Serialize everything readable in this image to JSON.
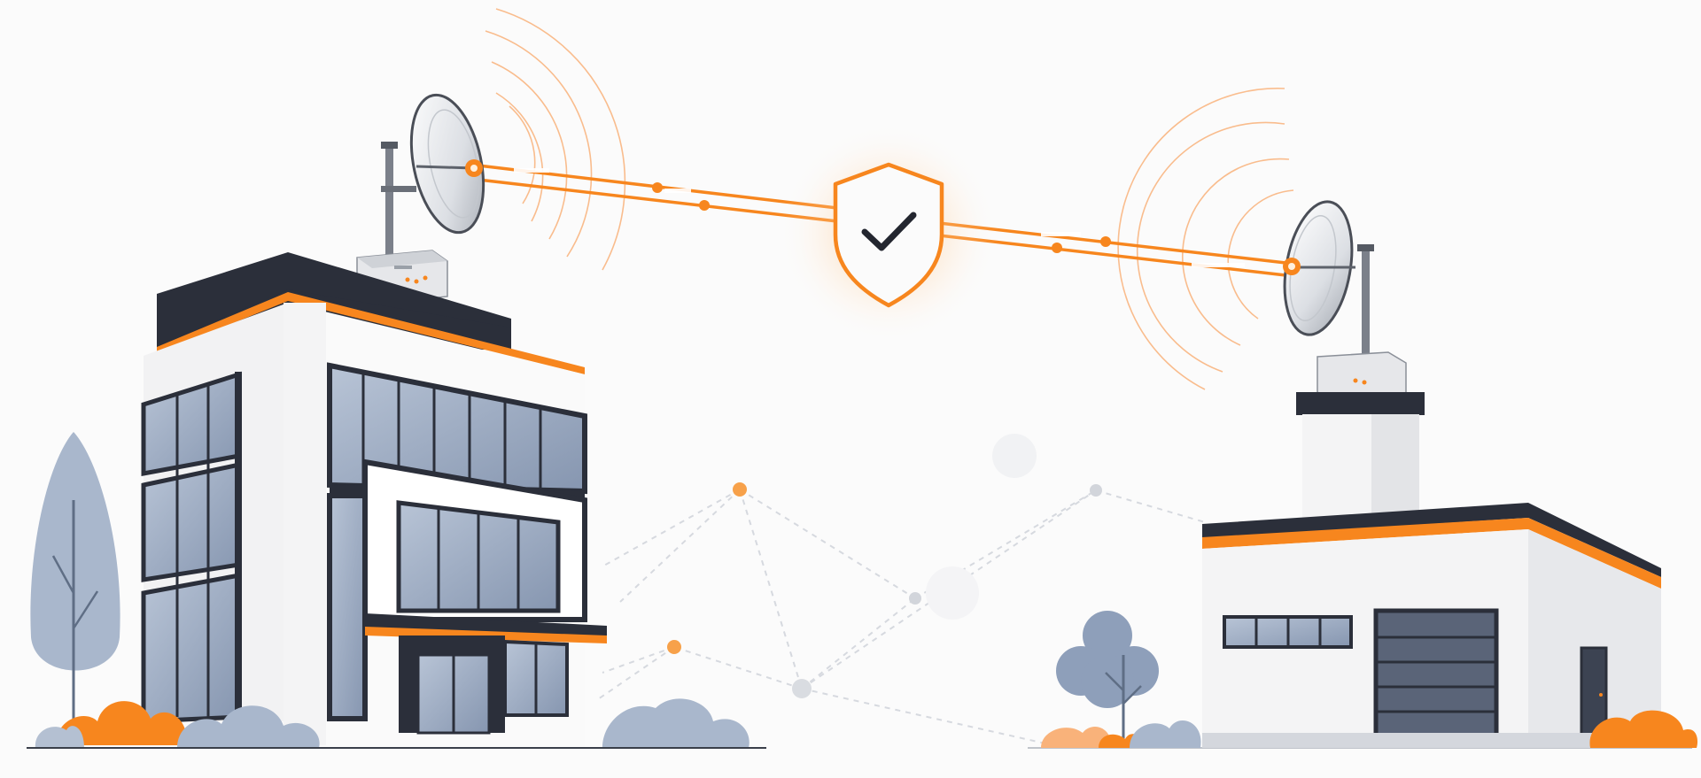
{
  "scene": {
    "colors": {
      "background": "#fbfbfb",
      "accent_orange": "#f7861e",
      "dark_navy": "#2b2f3a",
      "glass_blue": "#9aaac2",
      "steel_gray": "#8d929b",
      "wall_white": "#f2f2f2",
      "tree_blue": "#a9b7cc",
      "network_gray": "#cfd3da"
    },
    "icons": [
      "shield-check-icon",
      "satellite-dish-icon",
      "office-building",
      "warehouse-building",
      "tree",
      "bush"
    ]
  }
}
